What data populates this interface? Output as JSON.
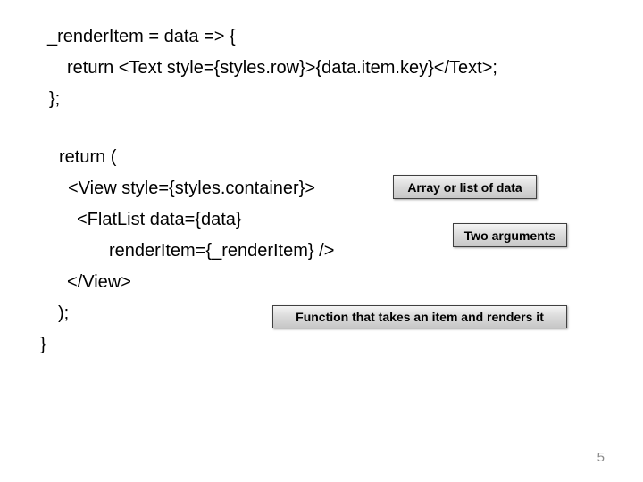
{
  "slide": {
    "page_number": "5",
    "background": "#ffffff"
  },
  "code": {
    "block1": {
      "lines": [
        {
          "text": "_renderItem = data => {",
          "indent": 53
        },
        {
          "text": "return <Text style={styles.row}>{data.item.key}</Text>;",
          "indent": 75
        },
        {
          "text": "};",
          "indent": 55
        }
      ]
    },
    "block2": {
      "lines": [
        {
          "text": "return (",
          "indent": 66
        },
        {
          "text": "<View style={styles.container}>",
          "indent": 76
        },
        {
          "text": "<FlatList data={data}",
          "indent": 86
        },
        {
          "text": "renderItem={_renderItem} />",
          "indent": 122
        },
        {
          "text": "</View>",
          "indent": 75
        },
        {
          "text": ");",
          "indent": 65
        },
        {
          "text": "}",
          "indent": 45
        }
      ]
    }
  },
  "annotations": [
    {
      "label": "Array or list of data"
    },
    {
      "label": "Two arguments"
    },
    {
      "label": "Function that takes an item and renders it"
    }
  ],
  "colors": {
    "background": "#ffffff",
    "code_text": "#000000",
    "callout_fill_top": "#f4f4f4",
    "callout_fill_bottom": "#c7c7c7",
    "callout_border": "#404040",
    "callout_text": "#000000",
    "page_number": "#8a8a8a"
  }
}
